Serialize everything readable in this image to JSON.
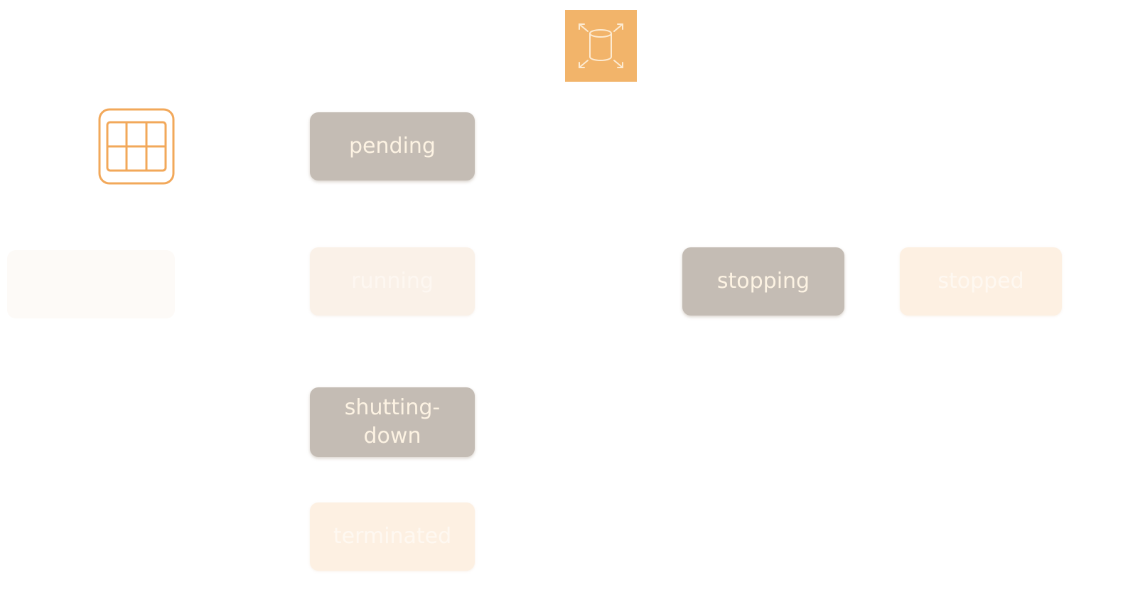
{
  "diagram": {
    "icons": [
      {
        "name": "ec2-instance-icon",
        "color": "#f2b46a"
      },
      {
        "name": "instance-grid-icon",
        "color": "#f2a85a"
      }
    ],
    "states": {
      "pending": "pending",
      "running": "running",
      "shutting_down": "shutting-down",
      "terminated": "terminated",
      "stopping": "stopping",
      "stopped": "stopped"
    },
    "colors": {
      "active_state": "#c4bcb4",
      "active_text": "#fdf3e3",
      "inactive_state": "#faf1e8",
      "accent_orange": "#f2b46a"
    }
  }
}
